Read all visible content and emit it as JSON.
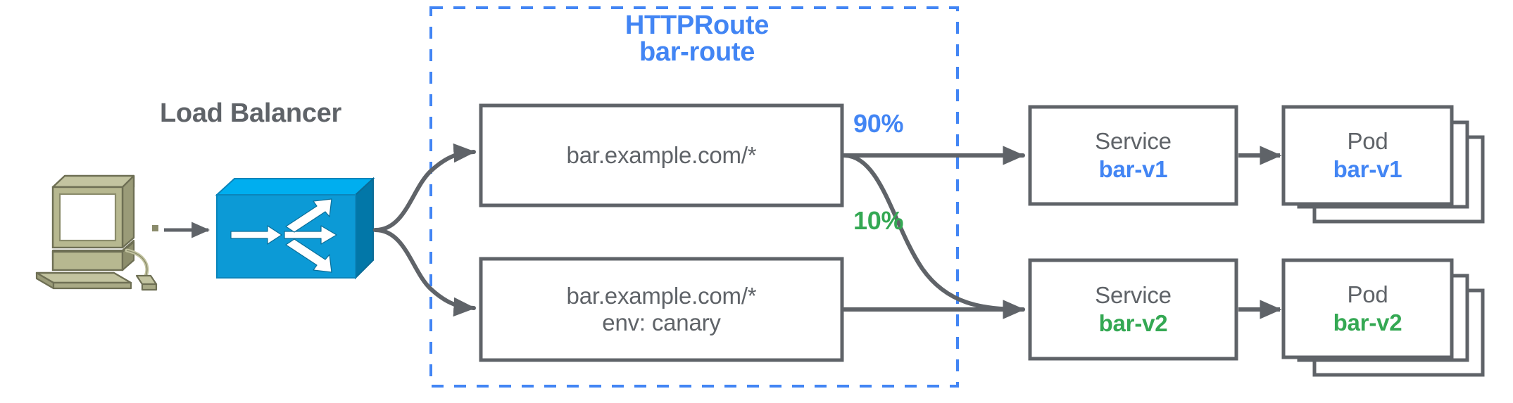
{
  "diagram": {
    "title_group": {
      "title": "HTTPRoute",
      "subtitle": "bar-route"
    },
    "load_balancer": {
      "label": "Load Balancer",
      "icon": "load-balancer-icon"
    },
    "client": {
      "icon": "desktop-computer-icon"
    },
    "match_rules": [
      {
        "id": "rule-primary",
        "line1": "bar.example.com/*",
        "line2": ""
      },
      {
        "id": "rule-canary",
        "line1": "bar.example.com/*",
        "line2": "env: canary"
      }
    ],
    "weights": [
      {
        "id": "weight-90",
        "label": "90%",
        "color": "#4285f4"
      },
      {
        "id": "weight-10",
        "label": "10%",
        "color": "#34a853"
      }
    ],
    "services": [
      {
        "id": "service-bar-v1",
        "kind": "Service",
        "name": "bar-v1",
        "color": "#4285f4"
      },
      {
        "id": "service-bar-v2",
        "kind": "Service",
        "name": "bar-v2",
        "color": "#34a853"
      }
    ],
    "pods": [
      {
        "id": "pod-bar-v1",
        "kind": "Pod",
        "name": "bar-v1",
        "color": "#4285f4",
        "replicas": 3
      },
      {
        "id": "pod-bar-v2",
        "kind": "Pod",
        "name": "bar-v2",
        "color": "#34a853",
        "replicas": 3
      }
    ],
    "colors": {
      "stroke_gray": "#5f6368",
      "blue": "#4285f4",
      "green": "#34a853",
      "lb_blue": "#0c9ad6",
      "lb_blue_top": "#00aeef",
      "lb_blue_side": "#0277a8",
      "computer_body": "#b7b890",
      "computer_shade": "#9a9b78",
      "computer_screen": "#ffffff"
    }
  }
}
